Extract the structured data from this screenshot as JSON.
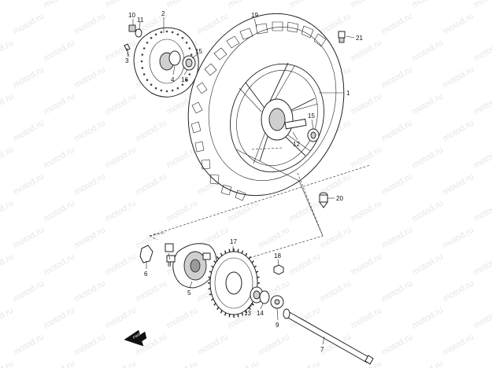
{
  "diagram": {
    "watermark_text": "motod.ru",
    "callouts": [
      {
        "id": "c1",
        "number": "1"
      },
      {
        "id": "c2",
        "number": "2"
      },
      {
        "id": "c3",
        "number": "3"
      },
      {
        "id": "c4",
        "number": "4"
      },
      {
        "id": "c5",
        "number": "5"
      },
      {
        "id": "c6",
        "number": "6"
      },
      {
        "id": "c7",
        "number": "7"
      },
      {
        "id": "c8",
        "number": "8"
      },
      {
        "id": "c9",
        "number": "9"
      },
      {
        "id": "c10",
        "number": "10"
      },
      {
        "id": "c11",
        "number": "11"
      },
      {
        "id": "c12",
        "number": "12"
      },
      {
        "id": "c13",
        "number": "13"
      },
      {
        "id": "c14",
        "number": "14"
      },
      {
        "id": "c15a",
        "number": "15"
      },
      {
        "id": "c15b",
        "number": "15"
      },
      {
        "id": "c16",
        "number": "16"
      },
      {
        "id": "c17",
        "number": "17"
      },
      {
        "id": "c18",
        "number": "18"
      },
      {
        "id": "c19",
        "number": "19"
      },
      {
        "id": "c20",
        "number": "20"
      },
      {
        "id": "c21",
        "number": "21"
      }
    ],
    "fwd_label": "FWD"
  }
}
